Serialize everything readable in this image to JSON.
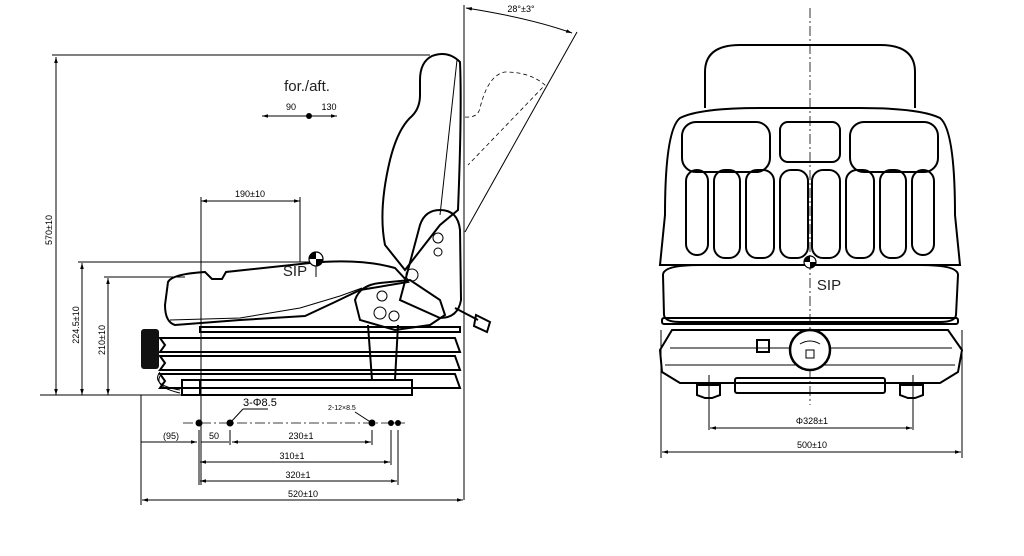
{
  "drawing": {
    "side_view": {
      "adjust_label": "for./aft.",
      "adjust_fore": "90",
      "adjust_aft": "130",
      "recline_angle": "28°±3°",
      "sip_label": "SIP",
      "sip_offset": "190±10",
      "overall_height": "570±10",
      "sip_height": "224.5±10",
      "cushion_height": "210±10",
      "holes_note_1": "3-Φ8.5",
      "holes_note_2": "2-12×8.5",
      "dim_95": "(95)",
      "dim_50": "50",
      "dim_230": "230±1",
      "dim_310": "310±1",
      "dim_320": "320±1",
      "overall_depth": "520±10"
    },
    "front_view": {
      "sip_label": "SIP",
      "bolt_spacing": "Φ328±1",
      "overall_width": "500±10"
    }
  }
}
